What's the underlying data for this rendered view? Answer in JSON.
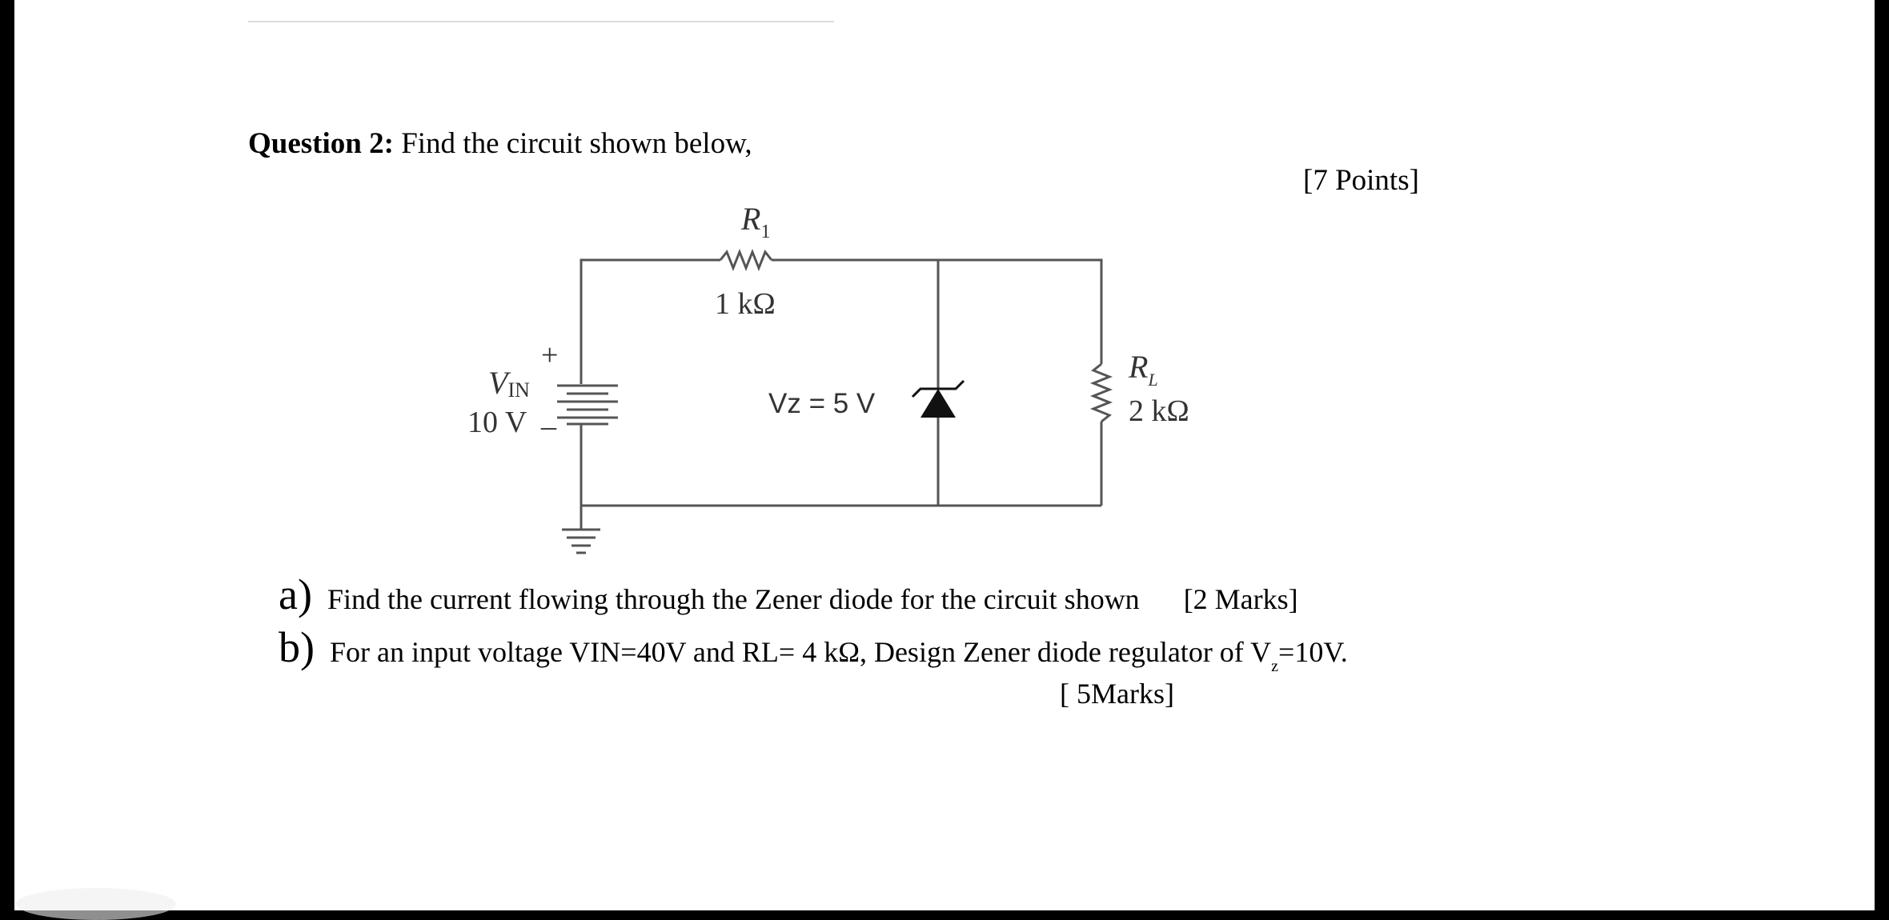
{
  "question": {
    "label": "Question 2:",
    "text": "Find the circuit shown below,",
    "points": "[7 Points]"
  },
  "circuit": {
    "r1_label": "R",
    "r1_sub": "1",
    "r1_value": "1 kΩ",
    "vin_label": "V",
    "vin_sub": "IN",
    "vin_value": "10 V",
    "plus_sign": "+",
    "minus_sign": "_",
    "vz_label": "Vz = 5 V",
    "rl_label": "R",
    "rl_sub": "L",
    "rl_value": "2 kΩ"
  },
  "part_a": {
    "letter": "a)",
    "text": "Find the current flowing through the Zener diode for the circuit shown",
    "marks": "[2 Marks]"
  },
  "part_b": {
    "letter": "b)",
    "text_before": "For an input voltage VIN=40V and RL= 4 kΩ, Design Zener diode regulator of V",
    "subscript": "z",
    "text_after": "=10V.",
    "marks": "[ 5Marks]"
  }
}
